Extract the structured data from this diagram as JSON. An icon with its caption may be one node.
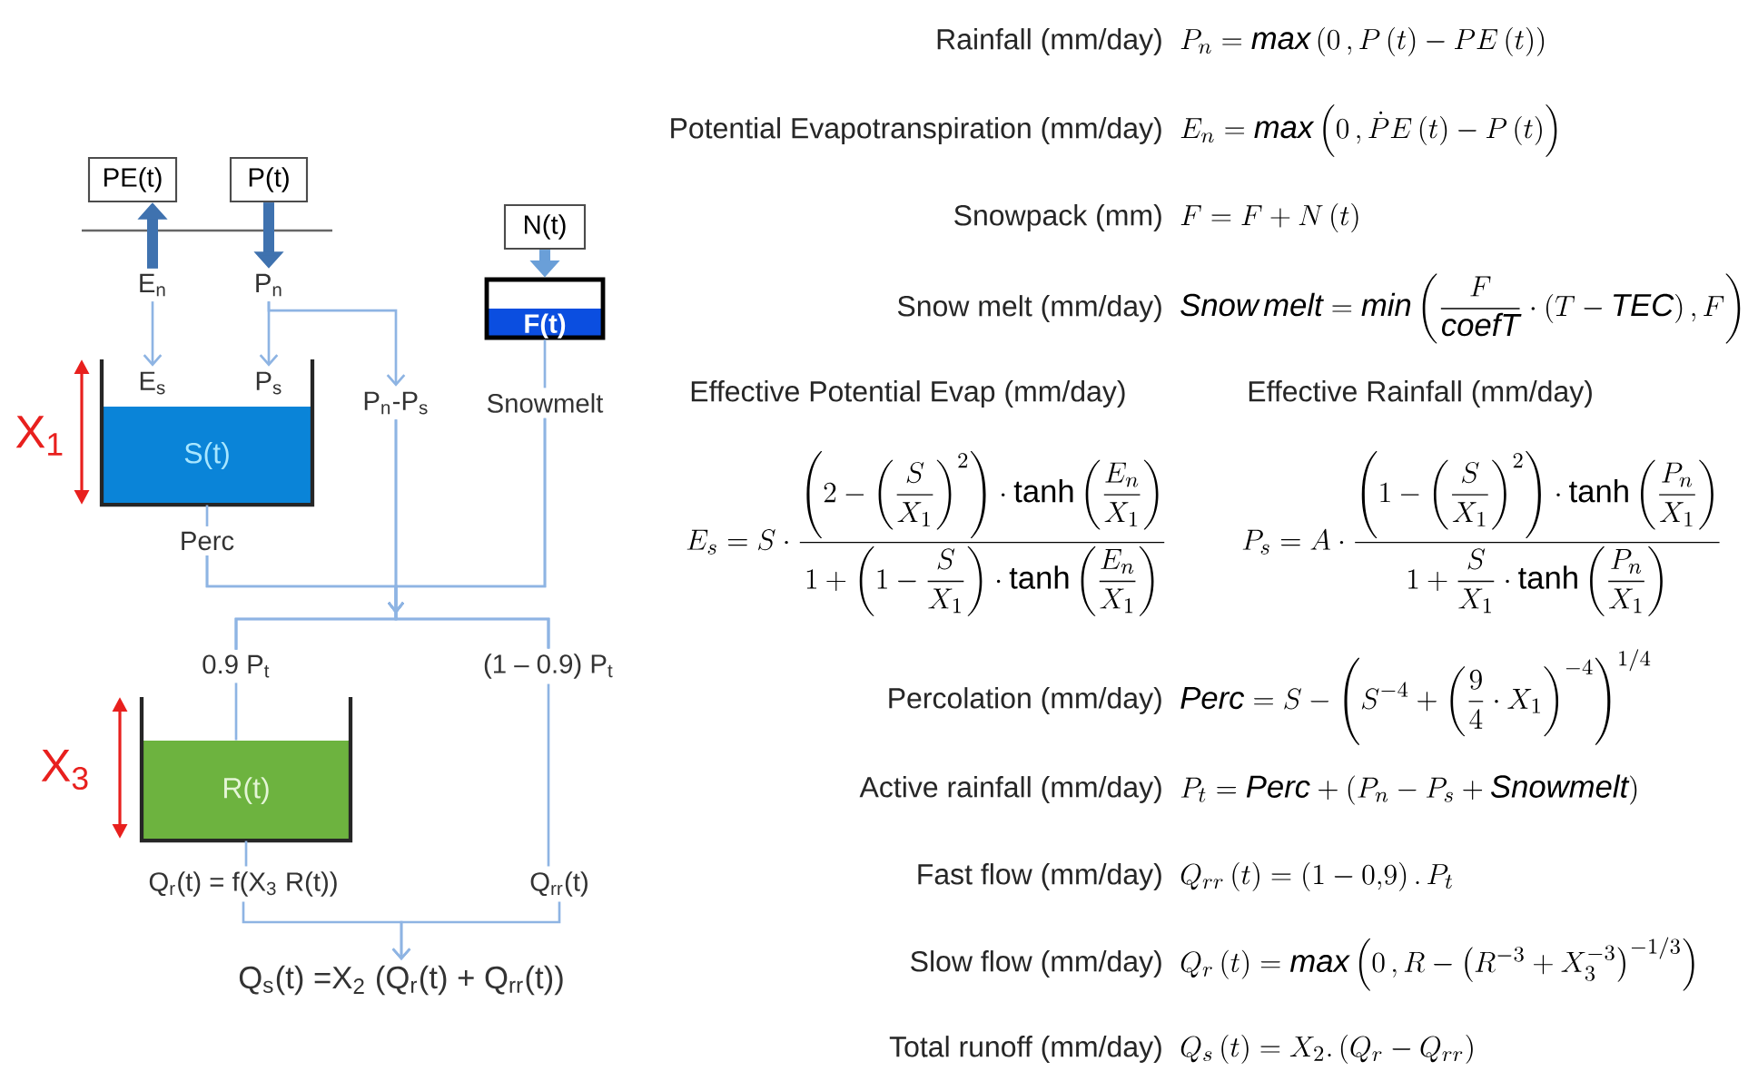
{
  "diagram": {
    "nodes": [
      {
        "text": [
          "PE(t)"
        ]
      },
      {
        "text": [
          "P(t)"
        ]
      },
      {
        "text": [
          "N(t)"
        ]
      },
      {
        "text": [
          "F(t)"
        ]
      },
      {
        "text": [
          "E$_{n}$"
        ]
      },
      {
        "text": [
          "P$_{n}$"
        ]
      },
      {
        "text": [
          "E$_{s}$"
        ]
      },
      {
        "text": [
          "P$_{s}$"
        ]
      },
      {
        "text": [
          "S(t)"
        ]
      },
      {
        "text": [
          "P$_{n}$-P$_{s}$"
        ]
      },
      {
        "text": [
          "Snowmelt"
        ]
      },
      {
        "text": [
          "Perc"
        ]
      },
      {
        "text": [
          "0.9 P$_{t}$"
        ]
      },
      {
        "text": [
          "(1 – 0.9) P$_{t}$"
        ]
      },
      {
        "text": [
          "R(t)"
        ]
      },
      {
        "text": [
          "Q$_{r}$(t) = f(X$_{3}$ R(t))"
        ]
      },
      {
        "text": [
          "Q$_{rr}$(t)"
        ]
      },
      {
        "text": [
          "Q$_{s}$(t) =X$_{2}$ (Q$_{r}$(t) + Q$_{rr}$(t))"
        ]
      }
    ],
    "edges": [
      {
        "from": 4,
        "to": 0,
        "arrow": "to",
        "style": "thick",
        "color": "#3f72af"
      },
      {
        "from": 1,
        "to": 5,
        "arrow": "to",
        "style": "thick",
        "color": "#3f72af"
      },
      {
        "from": 2,
        "to": 3,
        "arrow": "to",
        "style": "thick",
        "color": "#6a9fd8"
      },
      {
        "from": 4,
        "to": 6,
        "arrow": "to"
      },
      {
        "from": 5,
        "to": 7,
        "arrow": "to"
      },
      {
        "from": 5,
        "to": 9,
        "arrow": "to"
      },
      {
        "from": 3,
        "to": 10,
        "arrow": "none"
      },
      {
        "from": 8,
        "to": 11,
        "arrow": "none"
      },
      {
        "from": 11,
        "to": 12,
        "arrow": "to"
      },
      {
        "from": 11,
        "to": 13,
        "arrow": "to"
      },
      {
        "from": 9,
        "to": 12,
        "arrow": "to"
      },
      {
        "from": 9,
        "to": 13,
        "arrow": "to"
      },
      {
        "from": 10,
        "to": 12,
        "arrow": "to"
      },
      {
        "from": 10,
        "to": 13,
        "arrow": "to"
      },
      {
        "from": 12,
        "to": 14,
        "arrow": "none"
      },
      {
        "from": 13,
        "to": 16,
        "arrow": "none"
      },
      {
        "from": 14,
        "to": 15,
        "arrow": "none"
      },
      {
        "from": 15,
        "to": 17,
        "arrow": "to"
      },
      {
        "from": 16,
        "to": 17,
        "arrow": "to"
      }
    ],
    "labels": [
      "Rainfall (mm/day)",
      "P_n=\\mathit{max}\\left(0\\,,P\\left(t\\right)-PE\\left(t\\right)\\right)",
      "Potential Evapotranspiration (mm/day)",
      "E_n=\\mathit{max}\\left(0\\,,\\dot{P}E\\left(t\\right)-P\\left(t\\right)\\right)",
      "Snowpack (mm)",
      "F=F+N\\left(t\\right)",
      "Snow melt (mm/day)",
      "\\mathit{Snow\\,melt}=\\mathit{min}\\left(\\dfrac{F}{\\mathit{coefT}}\\cdot\\left(T-\\mathit{TEC}\\right),F\\right)",
      "Effective Potential Evap (mm/day)",
      "Effective Rainfall (mm/day)",
      "E_s=S\\cdot\\dfrac{\\left(2-\\left(\\dfrac{S}{X_1}\\right)^2\\right)\\cdot\\tanh\\left(\\dfrac{E_n}{X_1}\\right)}{1+\\left(1-\\dfrac{S}{X_1}\\right)\\cdot\\tanh\\left(\\dfrac{E_n}{X_1}\\right)}",
      "P_s=A\\cdot\\dfrac{\\left(1-\\left(\\dfrac{S}{X_1}\\right)^2\\right)\\cdot\\tanh\\left(\\dfrac{P_n}{X_1}\\right)}{1+\\dfrac{S}{X_1}\\cdot\\tanh\\left(\\dfrac{P_n}{X_1}\\right)}",
      "Percolation (mm/day)",
      "\\mathit{Perc}=S-\\left(S^{-4}+\\left(\\dfrac{9}{4}\\cdot X_1\\right)^{-4}\\right)^{1/4}",
      "Active rainfall (mm/day)",
      "P_t=\\mathit{Perc}+\\left(P_n-P_s+\\mathit{Snowmelt}\\right)",
      "Fast flow (mm/day)",
      "Q_{rr}\\left(t\\right)=\\left(1-0{,}9\\right).\\,P_t",
      "Slow flow (mm/day)",
      "Q_r\\left(t\\right)=\\mathit{max}\\left(0\\,,R-\\left(R^{-3}+X_3^{-3}\\right)^{-1/3}\\right)",
      "Total runoff (mm/day)",
      "Q_s\\left(t\\right)=X_2.\\left(Q_r-Q_{rr}\\right)",
      "X$_{1}$",
      "X$_{3}$"
    ]
  }
}
